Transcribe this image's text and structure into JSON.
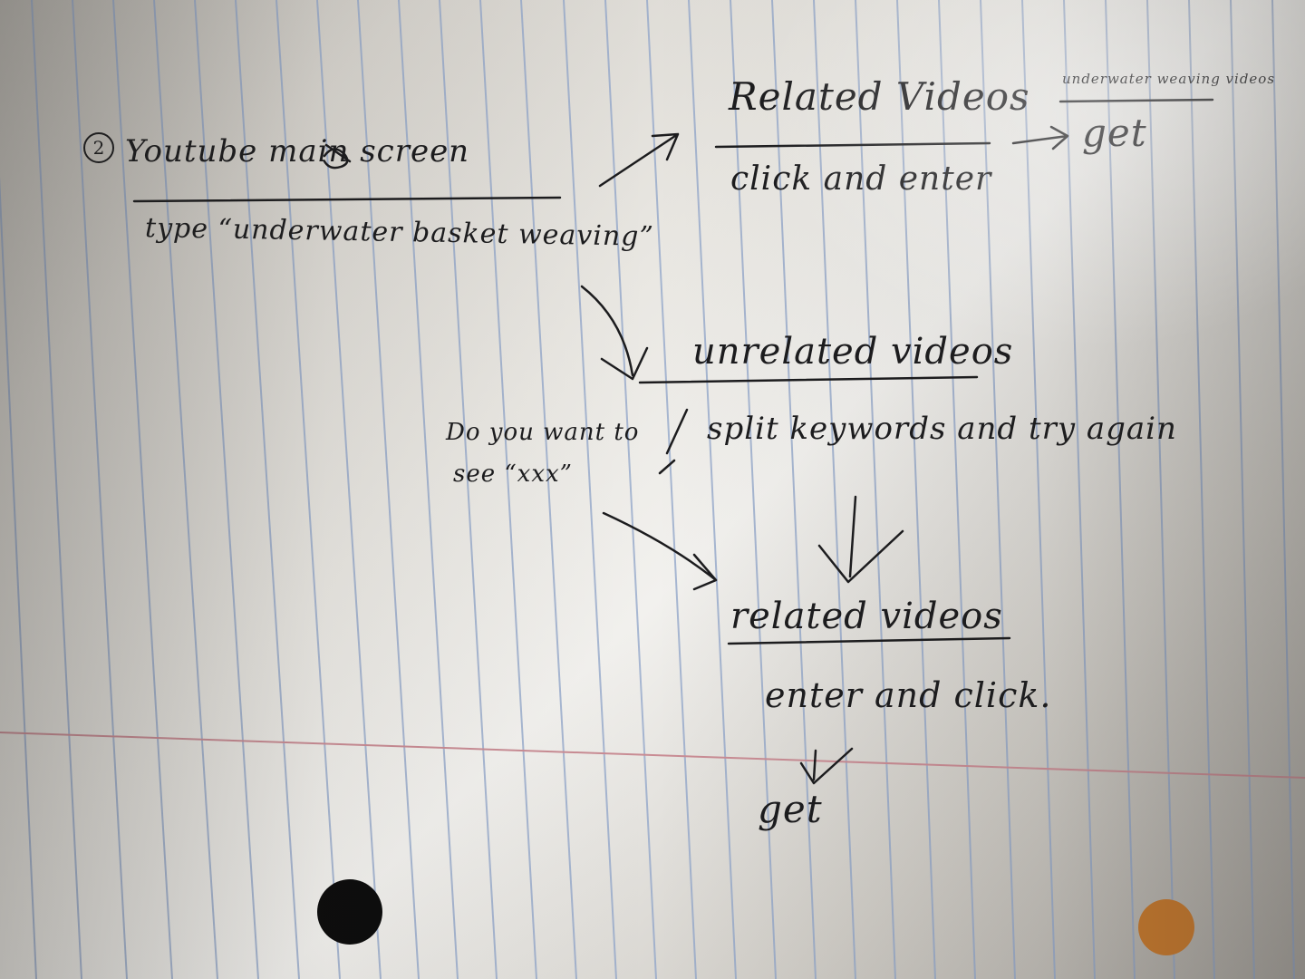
{
  "note": {
    "step_number": "2",
    "step_title": "Youtube main screen",
    "step_action": "type “underwater basket weaving”",
    "related_top": {
      "title": "Related Videos",
      "action": "click and enter"
    },
    "underwater_videos": {
      "title": "underwater weaving videos",
      "action": "get"
    },
    "unrelated": {
      "title": "unrelated videos",
      "action": "split keywords and try again"
    },
    "suggestion": {
      "line1": "Do you want to",
      "line2": "see “xxx”"
    },
    "related_bottom": {
      "title": "related videos",
      "action": "enter and click.",
      "result": "get"
    }
  },
  "colors": {
    "ink": "#1c1c1e",
    "rule_blue": "#8fa4c9",
    "margin_red": "#c98c94",
    "hole_black": "#0c0c0c",
    "hole_orange": "#c87a2e"
  }
}
